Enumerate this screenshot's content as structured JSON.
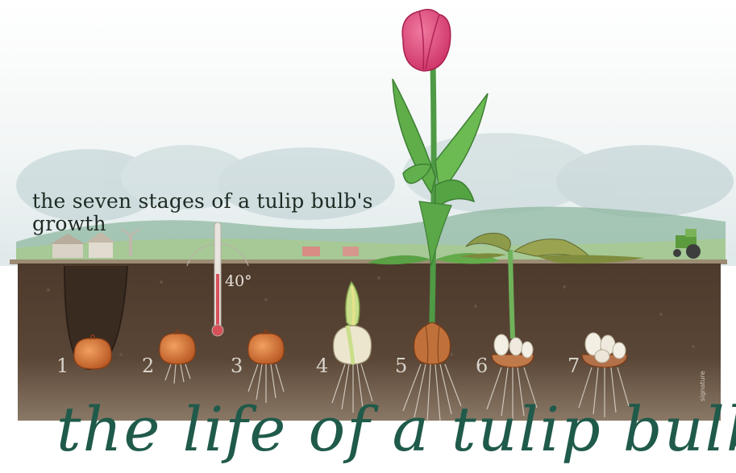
{
  "title": "the life of a tulip bulb",
  "subtitle": "the seven stages of a tulip bulb's growth",
  "thermometer_reading": "40°",
  "stages": [
    {
      "number": "1"
    },
    {
      "number": "2"
    },
    {
      "number": "3"
    },
    {
      "number": "4"
    },
    {
      "number": "5"
    },
    {
      "number": "6"
    },
    {
      "number": "7"
    }
  ],
  "colors": {
    "title": "#1f5a4a",
    "soil": "#4a3a2e",
    "bulb": "#c9662f",
    "tulip_petal": "#e0407a",
    "stem": "#5aa64a"
  }
}
